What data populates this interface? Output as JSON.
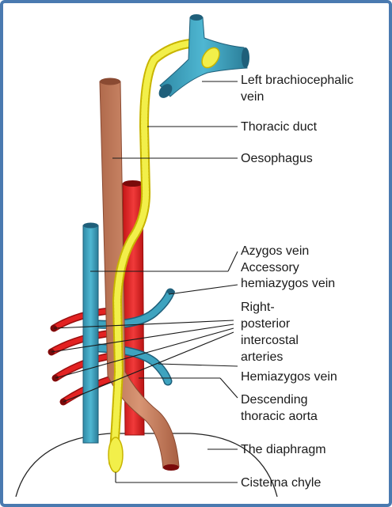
{
  "labels": {
    "left_brachiocephalic_vein": [
      "Left brachiocephalic",
      "vein"
    ],
    "thoracic_duct": [
      "Thoracic duct"
    ],
    "oesophagus": [
      "Oesophagus"
    ],
    "azygos_vein": [
      "Azygos vein"
    ],
    "accessory_hemiazygos_vein": [
      "Accessory",
      "hemiazygos vein"
    ],
    "right_posterior_intercostal_arteries": [
      "Right-",
      "posterior",
      "intercostal",
      "arteries"
    ],
    "hemiazygos_vein": [
      "Hemiazygos vein"
    ],
    "descending_thoracic_aorta": [
      "Descending",
      "thoracic aorta"
    ],
    "diaphragm": [
      "The diaphragm"
    ],
    "cisterna_chyle": [
      "Cisterna chyle"
    ]
  },
  "colors": {
    "frame": "#4a7ab0",
    "vein": "#3ea3bf",
    "vein_dark": "#1f5f7a",
    "duct": "#f2ef4a",
    "duct_dark": "#c8b400",
    "oesophagus": "#c8805f",
    "oesophagus_dark": "#8a4a32",
    "artery": "#e32222",
    "artery_dark": "#9a0e0e"
  }
}
